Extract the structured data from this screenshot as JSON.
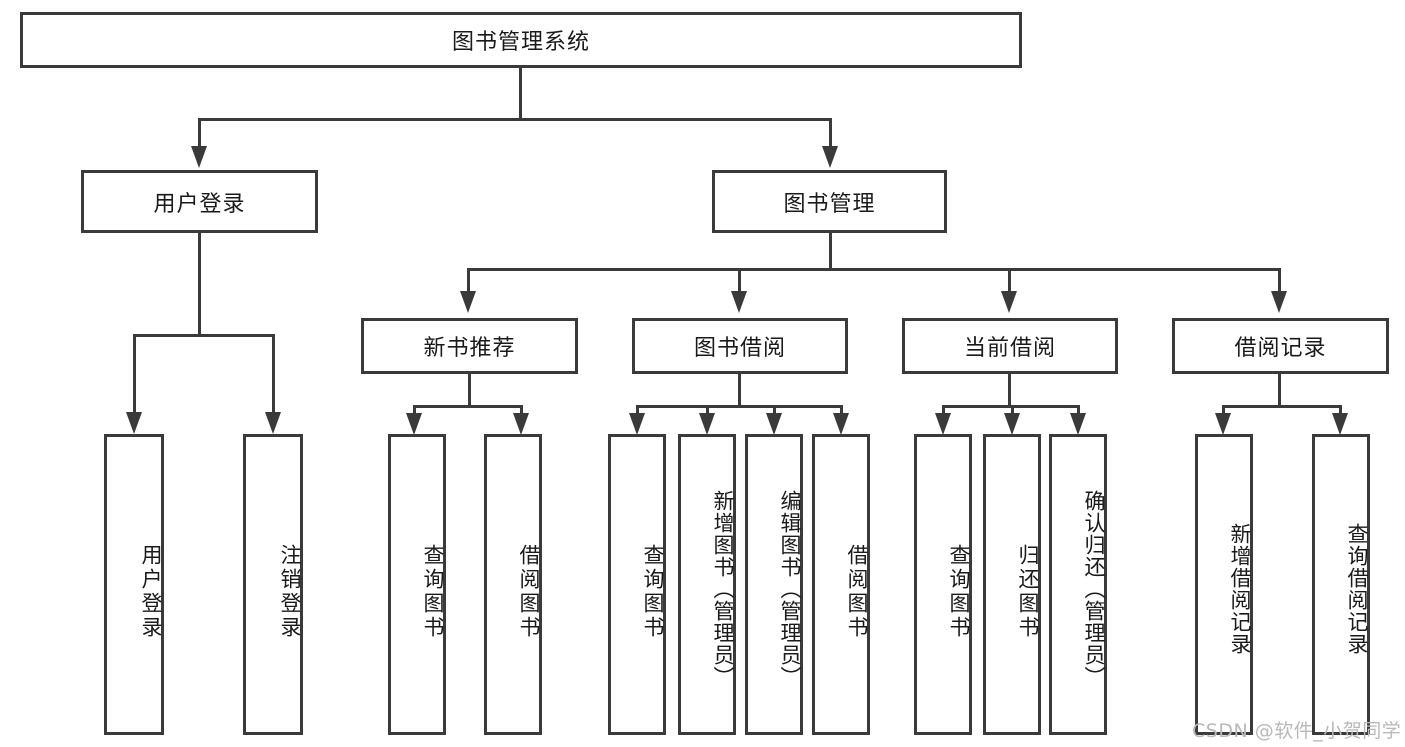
{
  "diagram": {
    "title": "图书管理系统",
    "type": "tree-hierarchy-diagram",
    "root": {
      "label": "图书管理系统"
    },
    "level2": [
      {
        "label": "用户登录"
      },
      {
        "label": "图书管理"
      }
    ],
    "level3": [
      {
        "label": "新书推荐"
      },
      {
        "label": "图书借阅"
      },
      {
        "label": "当前借阅"
      },
      {
        "label": "借阅记录"
      }
    ],
    "leaves": {
      "user_login": [
        {
          "label": "用户登录"
        },
        {
          "label": "注销登录"
        }
      ],
      "new_book_recommend": [
        {
          "label": "查询图书"
        },
        {
          "label": "借阅图书"
        }
      ],
      "book_borrow": [
        {
          "label": "查询图书"
        },
        {
          "label": "新增图书（管理员）"
        },
        {
          "label": "编辑图书（管理员）"
        },
        {
          "label": "借阅图书"
        }
      ],
      "current_borrow": [
        {
          "label": "查询图书"
        },
        {
          "label": "归还图书"
        },
        {
          "label": "确认归还（管理员）"
        }
      ],
      "borrow_record": [
        {
          "label": "新增借阅记录"
        },
        {
          "label": "查询借阅记录"
        }
      ]
    },
    "watermark": "CSDN @软件_小贺同学",
    "colors": {
      "stroke": "#3a3a3a",
      "background": "#ffffff",
      "text": "#1a1a1a",
      "watermark": "#b9b9b9"
    }
  }
}
